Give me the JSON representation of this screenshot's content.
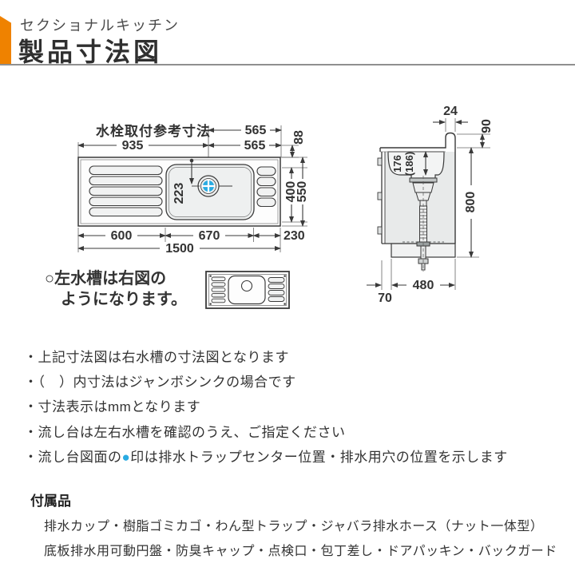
{
  "palette": {
    "orange": "#ef8200",
    "blue": "#29abe2",
    "ink": "#333333"
  },
  "header": {
    "tagline": "セクショナルキッチン",
    "title": "製品寸法図"
  },
  "diagram": {
    "top_view": {
      "label": "水栓取付参考寸法",
      "faucet_center_to_right": "565",
      "faucet_center_to_right_alt": "565",
      "left_to_faucet_center": "935",
      "back_edge_to_faucet_line": "88",
      "back_edge_to_drain": "223",
      "inner_depth": "400",
      "total_depth": "550",
      "left_section_width": "600",
      "sink_section_width": "670",
      "right_section_width": "230",
      "total_width": "1500"
    },
    "side_view": {
      "backguard_thickness": "24",
      "backguard_height": "90",
      "sink_depth": "176",
      "sink_depth_jumbo": "(186)",
      "total_height": "800",
      "base_depth": "480",
      "toe_kick_depth": "70"
    }
  },
  "left_sink_note": {
    "line1": "○左水槽は右図の",
    "line2": "ようになります。"
  },
  "notes": [
    {
      "text": "・上記寸法図は右水槽の寸法図となります"
    },
    {
      "text": "・（　）内寸法はジャンボシンクの場合です"
    },
    {
      "text": "・寸法表示はmmとなります"
    },
    {
      "text": "・流し台は左右水槽を確認のうえ、ご指定ください"
    },
    {
      "pre": "・流し台図面の",
      "dot": "●",
      "post": "印は排水トラップセンター位置・排水用穴の位置を示します"
    }
  ],
  "accessories": {
    "heading": "付属品",
    "line1": "排水カップ・樹脂ゴミカゴ・わん型トラップ・ジャバラ排水ホース（ナット一体型）",
    "line2": "底板排水用可動円盤・防臭キャップ・点検口・包丁差し・ドアパッキン・バックガード"
  }
}
